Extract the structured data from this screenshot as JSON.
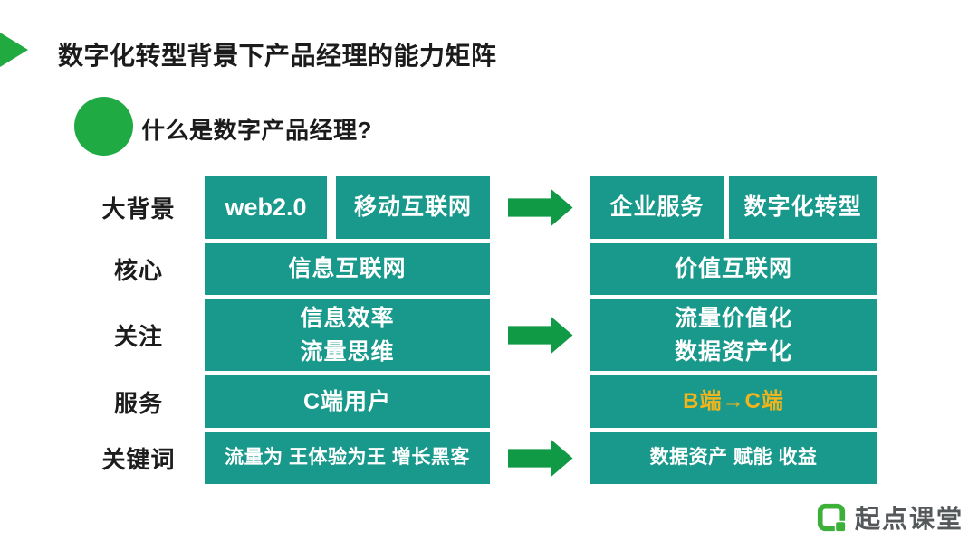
{
  "slide": {
    "title": "数字化转型背景下产品经理的能力矩阵",
    "section_heading": "什么是数字产品经理?",
    "matrix": {
      "rows": [
        {
          "label": "大背景",
          "left": [
            "web2.0",
            "移动互联网"
          ],
          "right": [
            "企业服务",
            "数字化转型"
          ],
          "arrow": true
        },
        {
          "label": "核心",
          "left": [
            "信息互联网"
          ],
          "right": [
            "价值互联网"
          ],
          "arrow": false
        },
        {
          "label": "关注",
          "left": [
            "信息效率",
            "流量思维"
          ],
          "right": [
            "流量价值化",
            "数据资产化"
          ],
          "arrow": true
        },
        {
          "label": "服务",
          "left": [
            "C端用户"
          ],
          "right": [
            "B端→C端"
          ],
          "arrow": false
        },
        {
          "label": "关键词",
          "left": [
            "流量为 王体验为王 增长黑客"
          ],
          "right": [
            "数据资产 赋能 收益"
          ],
          "arrow": true
        }
      ]
    },
    "logo": {
      "text": "起点课堂"
    },
    "colors": {
      "box_teal": "#18998b",
      "arrow_green": "#119a46",
      "marker_green": "#21aa40",
      "bullet_green": "#1faa43",
      "highlight_yellow": "#f0b41c",
      "logo_green": "#3db039",
      "logo_text_gray": "#55585a",
      "text_black": "#1b1b1b",
      "box_text_white": "#ffffff"
    }
  }
}
